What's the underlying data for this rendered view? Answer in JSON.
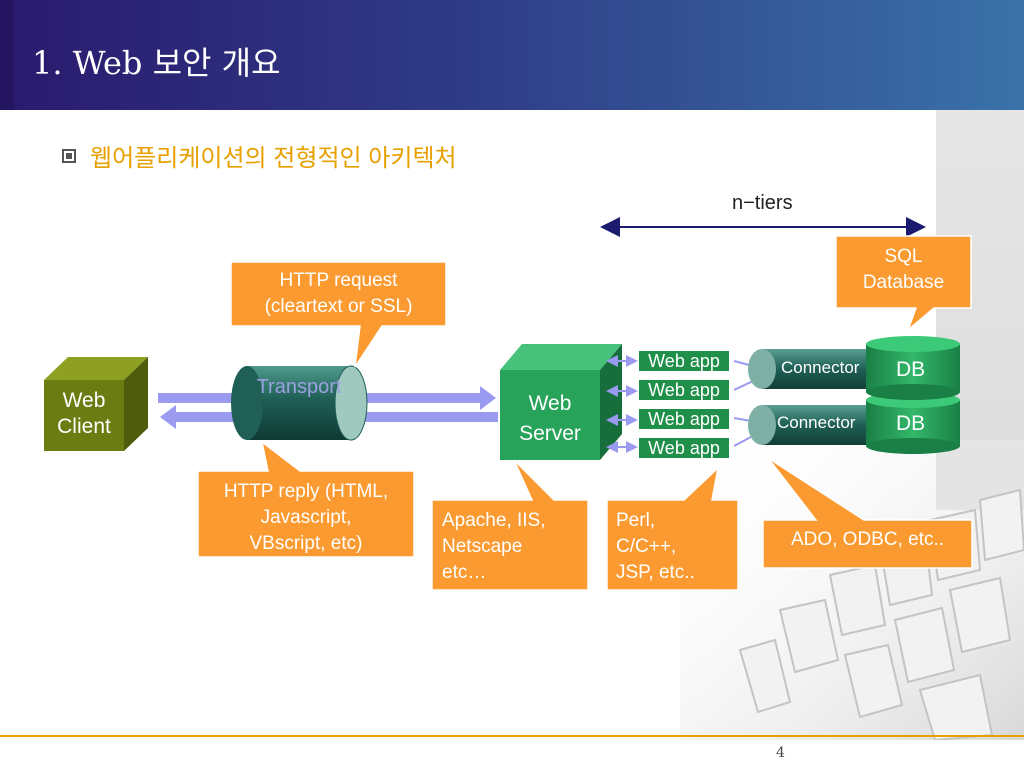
{
  "slide": {
    "title": "1. Web 보안 개요",
    "subtitle": "웹어플리케이션의 전형적인 아키텍처",
    "page_number": "4"
  },
  "diagram": {
    "ntiers_label": "n−tiers",
    "web_client": "Web\nClient",
    "transport": "Transport",
    "web_server": "Web\nServer",
    "web_apps": [
      "Web app",
      "Web app",
      "Web app",
      "Web app"
    ],
    "connectors": [
      "Connector",
      "Connector"
    ],
    "databases": [
      "DB",
      "DB"
    ],
    "callouts": {
      "http_request": "HTTP request\n(cleartext or SSL)",
      "http_reply": "HTTP reply (HTML,\nJavascript,\nVBscript, etc)",
      "server_examples": "Apache, IIS,\nNetscape\n etc…",
      "app_languages": "Perl,\nC/C++,\nJSP, etc..",
      "connector_examples": "ADO, ODBC, etc..",
      "sql_database": "SQL\nDatabase"
    }
  },
  "colors": {
    "header_start": "#2a1a6e",
    "header_end": "#3a72a8",
    "accent_orange": "#fb9a30",
    "subtitle_yellow": "#e8a000",
    "olive_box": "#6b7d12",
    "server_green": "#27a35a",
    "teal_cylinder": "#1f5f55",
    "arrow_lavender": "#9a9af0"
  },
  "icons": {
    "bullet": "square-bullet-icon"
  }
}
